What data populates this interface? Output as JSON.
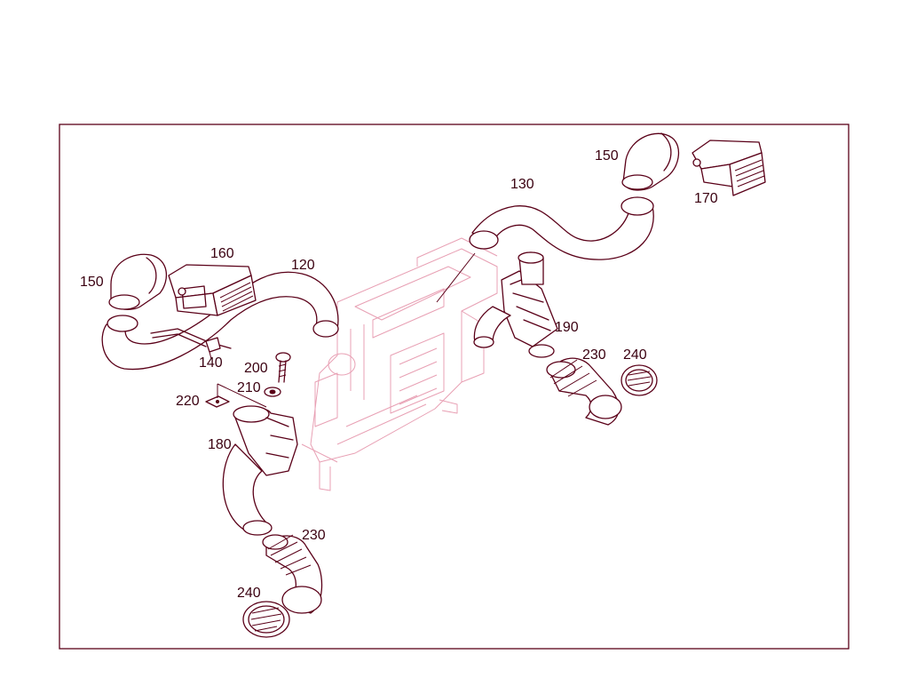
{
  "diagram": {
    "frame_color": "#5a0018",
    "ghost_color": "#e8a0b4",
    "labels": [
      {
        "id": "l120",
        "text": "120"
      },
      {
        "id": "l130",
        "text": "130"
      },
      {
        "id": "l140",
        "text": "140"
      },
      {
        "id": "l150a",
        "text": "150"
      },
      {
        "id": "l150b",
        "text": "150"
      },
      {
        "id": "l160",
        "text": "160"
      },
      {
        "id": "l170",
        "text": "170"
      },
      {
        "id": "l180",
        "text": "180"
      },
      {
        "id": "l190",
        "text": "190"
      },
      {
        "id": "l200",
        "text": "200"
      },
      {
        "id": "l210",
        "text": "210"
      },
      {
        "id": "l220",
        "text": "220"
      },
      {
        "id": "l230a",
        "text": "230"
      },
      {
        "id": "l230b",
        "text": "230"
      },
      {
        "id": "l240a",
        "text": "240"
      },
      {
        "id": "l240b",
        "text": "240"
      }
    ]
  }
}
